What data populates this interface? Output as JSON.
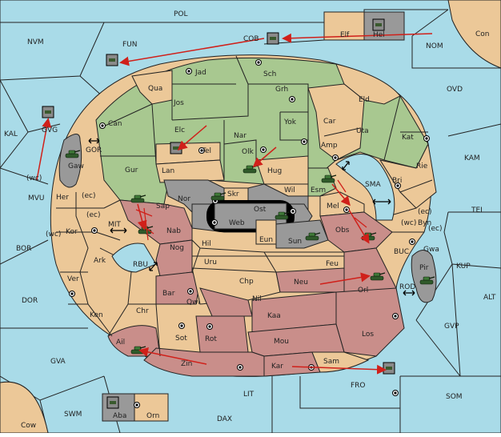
{
  "map": {
    "sea_regions": [
      "POL",
      "NVM",
      "FUN",
      "COB",
      "NOM",
      "Con",
      "OVD",
      "KAL",
      "GVG",
      "GOR",
      "MVU",
      "KAM",
      "SMA",
      "TEI",
      "MIT",
      "BOR",
      "RBU",
      "BUC",
      "KUP",
      "ROD",
      "DOR",
      "ALT",
      "GVP",
      "GVA",
      "FRO",
      "SOM",
      "LIT",
      "SWM",
      "DAX",
      "Cow"
    ],
    "land_regions": [
      "Elf",
      "Hel",
      "Jad",
      "Sch",
      "Qua",
      "Jos",
      "Grh",
      "Eld",
      "Can",
      "Elc",
      "Nar",
      "Yok",
      "Car",
      "Uta",
      "Kat",
      "Tel",
      "Olk",
      "Amp",
      "Gur",
      "Lan",
      "Hug",
      "Rie",
      "Gaw",
      "Bri",
      "Nor",
      "Skr",
      "Ost",
      "Wil",
      "Esm",
      "Her",
      "(wc)",
      "(ec)",
      "Sap",
      "Web",
      "Mel",
      "Byn",
      "Kor",
      "Nab",
      "Obs",
      "Hil",
      "Eun",
      "Sun",
      "Gwa",
      "Ark",
      "Nog",
      "Uru",
      "Feu",
      "Pir",
      "Ver",
      "Chp",
      "Neu",
      "Bar",
      "Qwi",
      "Nil",
      "Orl",
      "Ken",
      "Chr",
      "Kaa",
      "Sot",
      "Rot",
      "Mou",
      "Los",
      "Ail",
      "Zin",
      "Kar",
      "Sam",
      "Aba",
      "Orn"
    ],
    "coast_labels": [
      "(ec)",
      "(wc)"
    ],
    "colors": {
      "sea": "#a9dbe8",
      "neutral_land": "#ecc898",
      "green_power": "#a8c890",
      "red_power": "#c98e8a",
      "gray_power": "#999999",
      "order_arrow": "#d0201a"
    },
    "icons": [
      "tank-unit-icon",
      "fleet-unit-icon",
      "supply-center-icon",
      "order-arrow-icon",
      "convoy-arrow-icon"
    ]
  }
}
